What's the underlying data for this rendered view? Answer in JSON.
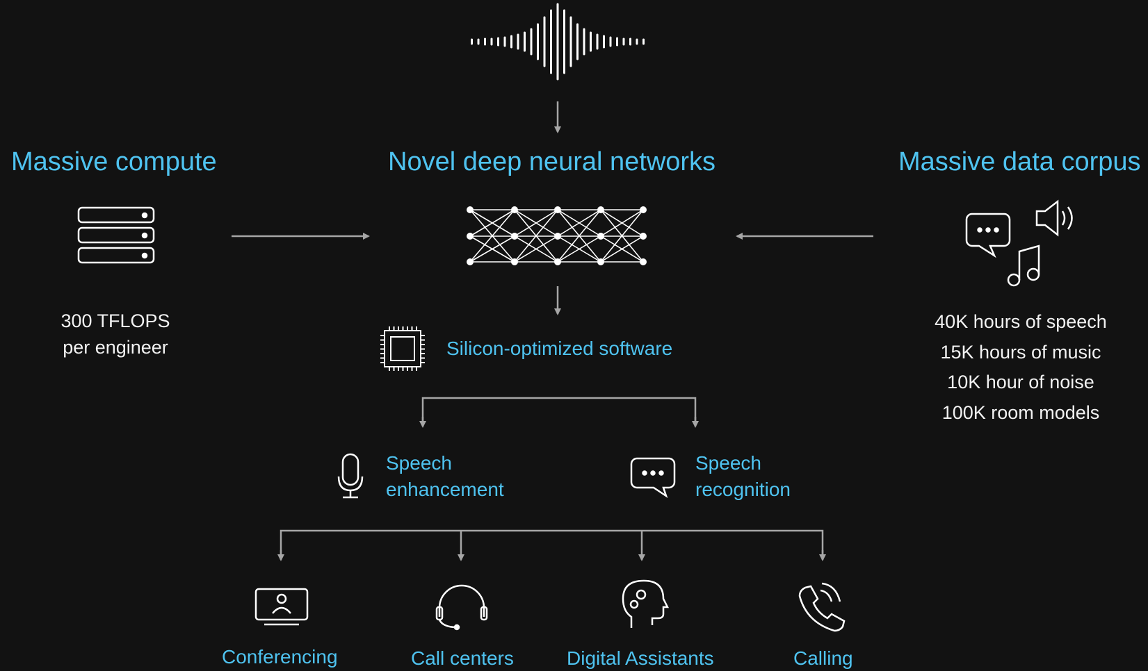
{
  "pillars": {
    "compute": {
      "title": "Massive compute",
      "stat_line1": "300 TFLOPS",
      "stat_line2": "per engineer",
      "icon": "server-stack-icon"
    },
    "networks": {
      "title": "Novel deep neural networks",
      "icon": "neural-network-icon"
    },
    "data": {
      "title": "Massive data corpus",
      "stats": [
        "40K hours of speech",
        "15K hours of music",
        "10K hour of noise",
        "100K room models"
      ],
      "icons": [
        "chat-bubble-icon",
        "speaker-icon",
        "music-note-icon"
      ]
    }
  },
  "input": {
    "icon": "audio-waveform-icon"
  },
  "software": {
    "label": "Silicon-optimized software",
    "icon": "chip-icon"
  },
  "capabilities": [
    {
      "line1": "Speech",
      "line2": "enhancement",
      "icon": "microphone-icon"
    },
    {
      "line1": "Speech",
      "line2": "recognition",
      "icon": "chat-bubble-icon"
    }
  ],
  "applications": [
    {
      "label": "Conferencing",
      "icon": "video-conference-icon"
    },
    {
      "label": "Call centers",
      "icon": "headset-icon"
    },
    {
      "label": "Digital Assistants",
      "icon": "head-gears-icon"
    },
    {
      "label": "Calling",
      "icon": "phone-calling-icon"
    }
  ],
  "colors": {
    "background": "#121212",
    "accent": "#4fc3f0",
    "text": "#f2f2f2",
    "connector": "#a6a6a6"
  }
}
